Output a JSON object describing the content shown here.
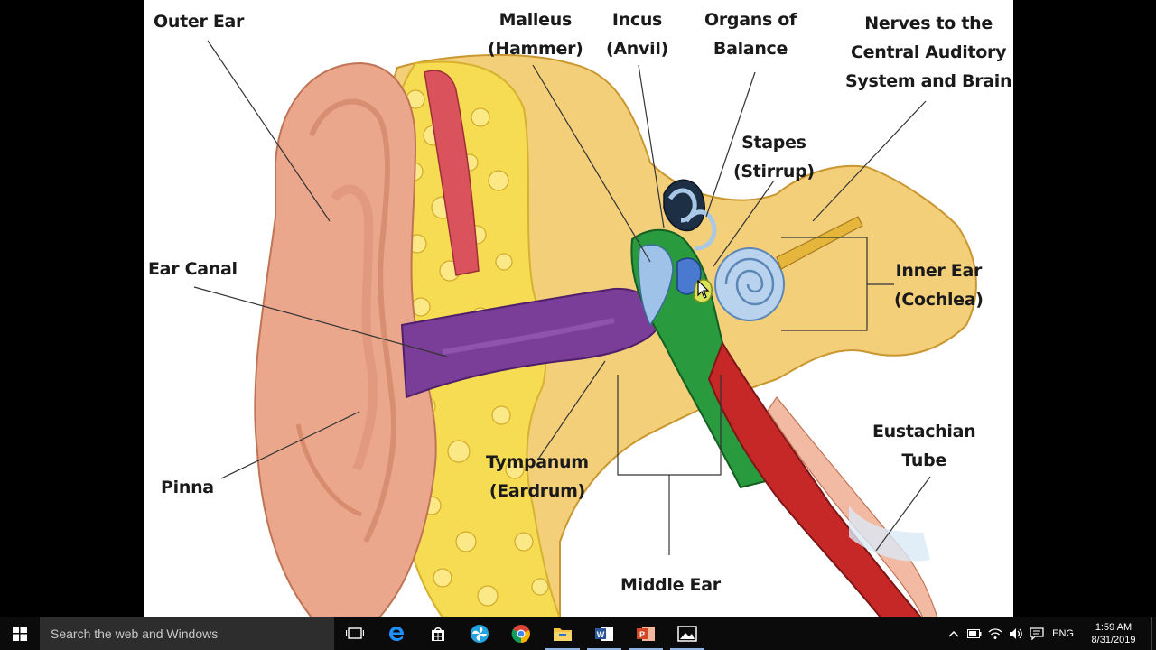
{
  "image": {
    "labels": {
      "outer_ear": [
        "Outer Ear"
      ],
      "malleus": [
        "Malleus",
        "(Hammer)"
      ],
      "incus": [
        "Incus",
        "(Anvil)"
      ],
      "organs_balance": [
        "Organs of",
        "Balance"
      ],
      "nerves": [
        "Nerves to the",
        "Central Auditory",
        "System and Brain"
      ],
      "stapes": [
        "Stapes",
        "(Stirrup)"
      ],
      "ear_canal": [
        "Ear Canal"
      ],
      "inner_ear": [
        "Inner Ear",
        "(Cochlea)"
      ],
      "eustachian": [
        "Eustachian",
        "Tube"
      ],
      "pinna": [
        "Pinna"
      ],
      "tympanum": [
        "Tympanum",
        "(Eardrum)"
      ],
      "middle_ear": [
        "Middle Ear"
      ]
    }
  },
  "taskbar": {
    "search_placeholder": "Search the web and Windows",
    "apps": [
      "task-view-icon",
      "edge-icon",
      "store-icon",
      "pinwheel-app-icon",
      "chrome-icon",
      "file-explorer-icon",
      "word-icon",
      "powerpoint-icon",
      "photos-icon"
    ],
    "language": "ENG",
    "time": "1:59 AM",
    "date": "8/31/2019"
  },
  "colors": {
    "taskbar_bg": "#0b0b0b",
    "search_bg": "#2d2d2d",
    "skin": "#eba78c",
    "fat": "#f6dc52",
    "bone": "#f4cf7a",
    "canal": "#7a3e98",
    "middle_ear": "#2a9a3e",
    "tube": "#c62828"
  }
}
